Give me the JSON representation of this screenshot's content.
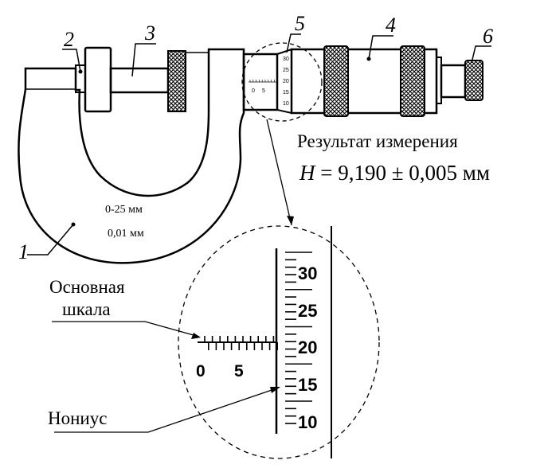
{
  "part_labels": [
    "1",
    "2",
    "3",
    "4",
    "5",
    "6"
  ],
  "frame_range": "0-25 мм",
  "frame_resolution": "0,01 мм",
  "result": {
    "title": "Результат измерения",
    "formula_var": "H",
    "formula_value": " = 9,190 ± 0,005 мм"
  },
  "main_scale": {
    "label_line1": "Основная",
    "label_line2": "шкала",
    "numbers": [
      "0",
      "5"
    ]
  },
  "vernier": {
    "label": "Нониус",
    "numbers": [
      "30",
      "25",
      "20",
      "15",
      "10"
    ]
  },
  "mini_scale": {
    "numbers": [
      "30",
      "25",
      "20",
      "15",
      "10"
    ],
    "main_numbers": [
      "0",
      "5"
    ]
  },
  "colors": {
    "ink": "#000000",
    "paper": "#ffffff"
  }
}
